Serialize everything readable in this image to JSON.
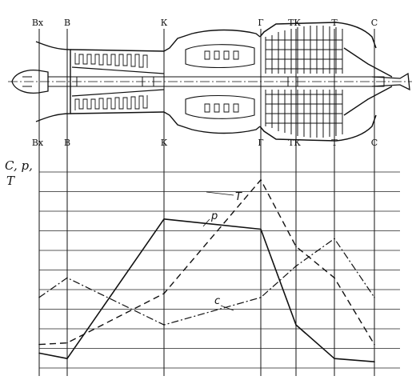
{
  "station_labels": [
    "Вх",
    "В",
    "К",
    "Г",
    "ТК",
    "Т",
    "С"
  ],
  "y_axis_label": [
    "C, p,",
    "T"
  ],
  "curve_labels": {
    "temperature": "T",
    "pressure": "p",
    "velocity": "c"
  },
  "chart_data": {
    "type": "line",
    "categories": [
      "Вх",
      "В",
      "К",
      "Г",
      "ТК",
      "Т",
      "С"
    ],
    "series": [
      {
        "name": "p",
        "values": [
          1.9,
          1.2,
          19.0,
          17.7,
          5.5,
          1.2,
          0.8
        ]
      },
      {
        "name": "T",
        "values": [
          3.0,
          3.2,
          9.5,
          24.0,
          15.5,
          11.5,
          3.0
        ]
      },
      {
        "name": "c",
        "values": [
          9.0,
          11.5,
          5.5,
          9.0,
          13.0,
          16.5,
          9.0
        ]
      }
    ]
  }
}
